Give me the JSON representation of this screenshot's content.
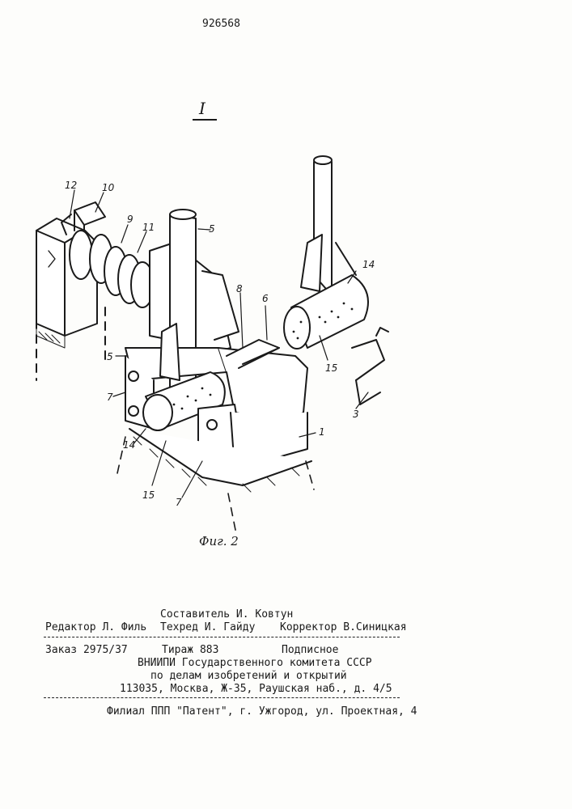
{
  "patent_number": "926568",
  "view_label": "I",
  "figure_caption": "Фиг. 2",
  "part_labels": {
    "p1": "1",
    "p3": "3",
    "p5a": "5",
    "p5b": "5",
    "p6": "6",
    "p7a": "7",
    "p7b": "7",
    "p8": "8",
    "p9": "9",
    "p10": "10",
    "p11": "11",
    "p12": "12",
    "p14a": "14",
    "p14b": "14",
    "p15a": "15",
    "p15b": "15"
  },
  "footer": {
    "composer": "Составитель И. Ковтун",
    "editor": "Редактор Л. Филь",
    "tech_editor": "Техред И. Гайду",
    "corrector": "Корректор В.Синицкая",
    "order": "Заказ 2975/37",
    "circulation": "Тираж 883",
    "subscription": "Подписное",
    "org_line1": "ВНИИПИ Государственного комитета СССР",
    "org_line2": "по делам изобретений и открытий",
    "address": "113035, Москва, Ж-35, Раушская наб., д. 4/5",
    "branch": "Филиал ППП \"Патент\", г. Ужгород, ул. Проектная, 4"
  }
}
